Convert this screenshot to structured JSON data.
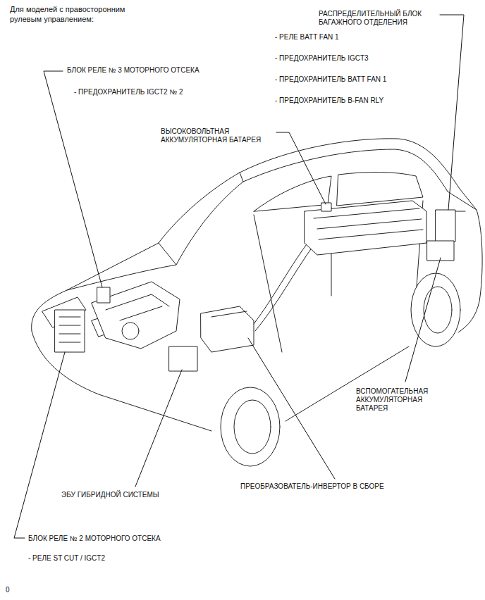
{
  "diagram": {
    "title": "Для моделей с правосторонним рулевым управлением:",
    "labels": [
      "РАСПРЕДЕЛИТЕЛЬНЫЙ БЛОК БАГАЖНОГО ОТДЕЛЕНИЯ",
      "- РЕЛЕ BATT FAN 1",
      "- ПРЕДОХРАНИТЕЛЬ IGCT3",
      "- ПРЕДОХРАНИТЕЛЬ BATT FAN 1",
      "- ПРЕДОХРАНИТЕЛЬ B-FAN RLY",
      "БЛОК РЕЛЕ № 3 МОТОРНОГО ОТСЕКА",
      "- ПРЕДОХРАНИТЕЛЬ IGCT2 № 2",
      "ВЫСОКОВОЛЬТНАЯ АККУМУЛЯТОРНАЯ БАТАРЕЯ",
      "ВСПОМОГАТЕЛЬНАЯ АККУМУЛЯТОРНАЯ БАТАРЕЯ",
      "ЭБУ ГИБРИДНОЙ СИСТЕМЫ",
      "ПРЕОБРАЗОВАТЕЛЬ-ИНВЕРТОР В СБОРЕ",
      "БЛОК РЕЛЕ № 2 МОТОРНОГО ОТСЕКА",
      "- РЕЛЕ ST CUT / IGCT2",
      "0"
    ]
  }
}
